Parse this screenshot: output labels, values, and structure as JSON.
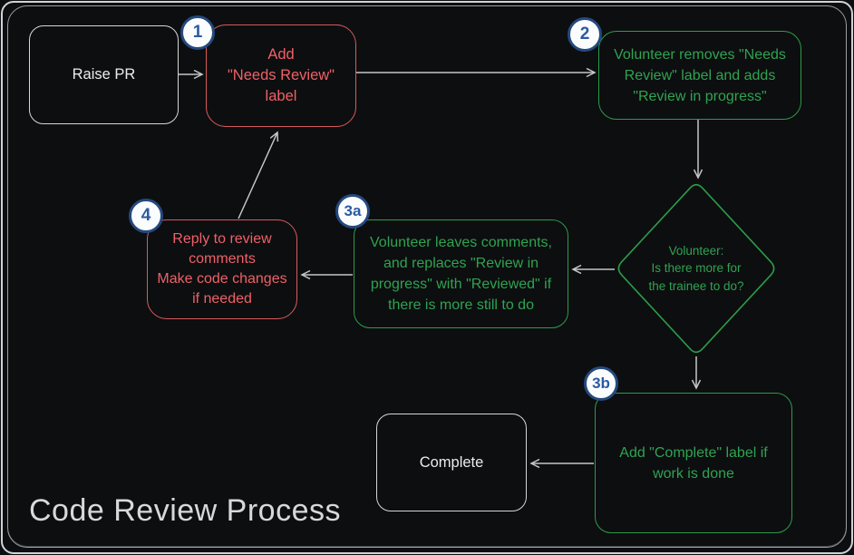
{
  "title": "Code Review Process",
  "colors": {
    "background": "#0d0e10",
    "red_accent": "#e05c5e",
    "green_accent": "#2fa351",
    "neutral_box": "#d6d6d6",
    "badge_fill": "#fbfcfd",
    "badge_blue": "#2c5aa0",
    "arrow": "#c6c6c6"
  },
  "nodes": {
    "raise_pr": {
      "label": "Raise PR"
    },
    "add_needs_review": {
      "badge": "1",
      "label": "Add\n\"Needs Review\"\nlabel"
    },
    "volunteer_removes": {
      "badge": "2",
      "label": "Volunteer removes \"Needs\nReview\" label and adds\n\"Review in progress\""
    },
    "decision": {
      "label": "Volunteer:\nIs there more for\nthe trainee to do?"
    },
    "volunteer_leaves": {
      "badge": "3a",
      "label": "Volunteer leaves comments,\nand replaces \"Review in\nprogress\" with \"Reviewed\" if\nthere is more still to do"
    },
    "reply_to_review": {
      "badge": "4",
      "label": "Reply to review\ncomments\nMake code changes\nif needed"
    },
    "add_complete": {
      "badge": "3b",
      "label": "Add \"Complete\" label if\nwork is done"
    },
    "complete": {
      "label": "Complete"
    }
  }
}
